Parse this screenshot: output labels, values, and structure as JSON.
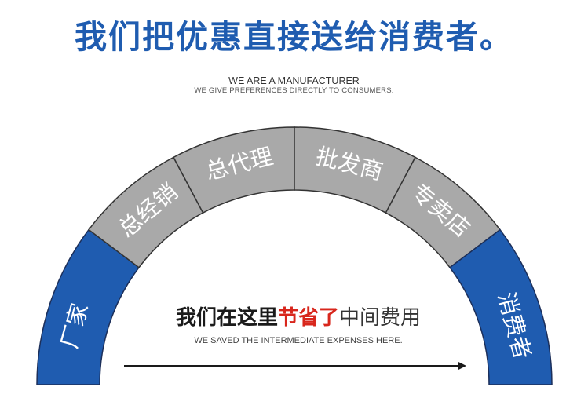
{
  "headline": "我们把优惠直接送给消费者。",
  "subtitle_en": "WE ARE A MANUFACTURER",
  "tagline_en": "WE GIVE PREFERENCES DIRECTLY TO CONSUMERS.",
  "arch_segments": [
    {
      "label": "厂家",
      "role": "endpoint"
    },
    {
      "label": "总经销",
      "role": "middle"
    },
    {
      "label": "总代理",
      "role": "middle"
    },
    {
      "label": "批发商",
      "role": "middle"
    },
    {
      "label": "专卖店",
      "role": "middle"
    },
    {
      "label": "消费者",
      "role": "endpoint"
    }
  ],
  "message": {
    "part1": "我们在这里",
    "part2": "节省了",
    "part3": "中间费用",
    "english": "WE SAVED THE INTERMEDIATE EXPENSES HERE."
  },
  "colors": {
    "blue": "#1f5cb0",
    "gray": "#a9a9a9",
    "highlight_red": "#d8261c",
    "text_dark": "#1a1a1a"
  }
}
